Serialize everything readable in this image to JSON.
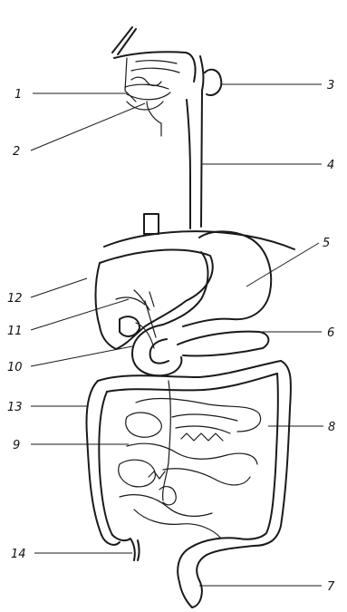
{
  "labels": {
    "l1": "1",
    "l2": "2",
    "l3": "3",
    "l4": "4",
    "l5": "5",
    "l6": "6",
    "l7": "7",
    "l8": "8",
    "l9": "9",
    "l10": "10",
    "l11": "11",
    "l12": "12",
    "l13": "13",
    "l14": "14"
  },
  "colors": {
    "ink": "#1a1a1a",
    "background": "#ffffff"
  }
}
